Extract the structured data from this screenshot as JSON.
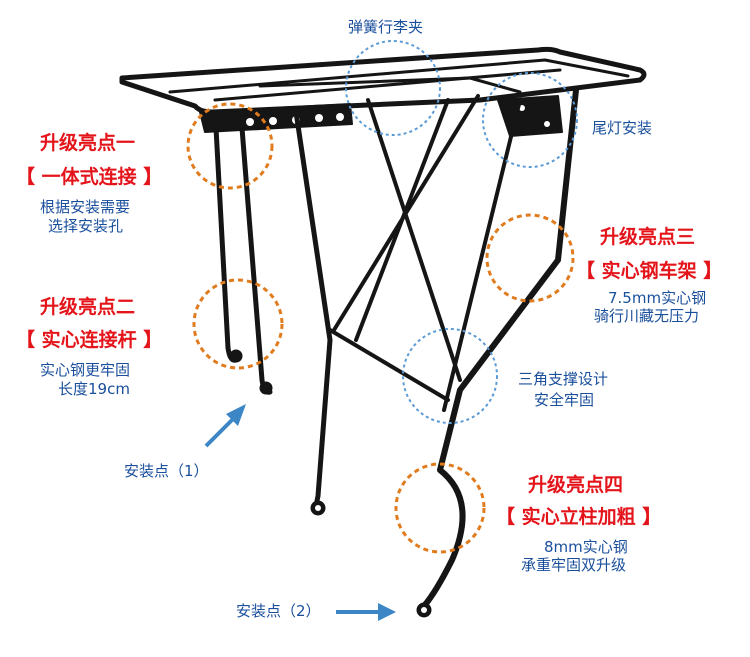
{
  "colors": {
    "highlight_red": "#e4141b",
    "text_blue": "#1a4f9c",
    "circle_orange": "#e07b1e",
    "circle_blue": "#5b9bd5",
    "arrow_blue": "#3d86c6",
    "rack_black": "#151515"
  },
  "labels": {
    "top_spring_clip": "弹簧行李夹",
    "tail_light": "尾灯安装",
    "highlight1_title": "升级亮点一",
    "highlight1_sub": "【 一体式连接 】",
    "highlight1_desc1": "根据安装需要",
    "highlight1_desc2": "选择安装孔",
    "highlight2_title": "升级亮点二",
    "highlight2_sub": "【 实心连接杆 】",
    "highlight2_desc1": "实心钢更牢固",
    "highlight2_desc2": "长度19cm",
    "highlight3_title": "升级亮点三",
    "highlight3_sub": "【 实心钢车架 】",
    "highlight3_desc1": "7.5mm实心钢",
    "highlight3_desc2": "骑行川藏无压力",
    "triangle_desc1": "三角支撑设计",
    "triangle_desc2": "安全牢固",
    "highlight4_title": "升级亮点四",
    "highlight4_sub": "【 实心立柱加粗 】",
    "highlight4_desc1": "8mm实心钢",
    "highlight4_desc2": "承重牢固双升级",
    "mount_point_1": "安装点（1）",
    "mount_point_2": "安装点（2）"
  }
}
